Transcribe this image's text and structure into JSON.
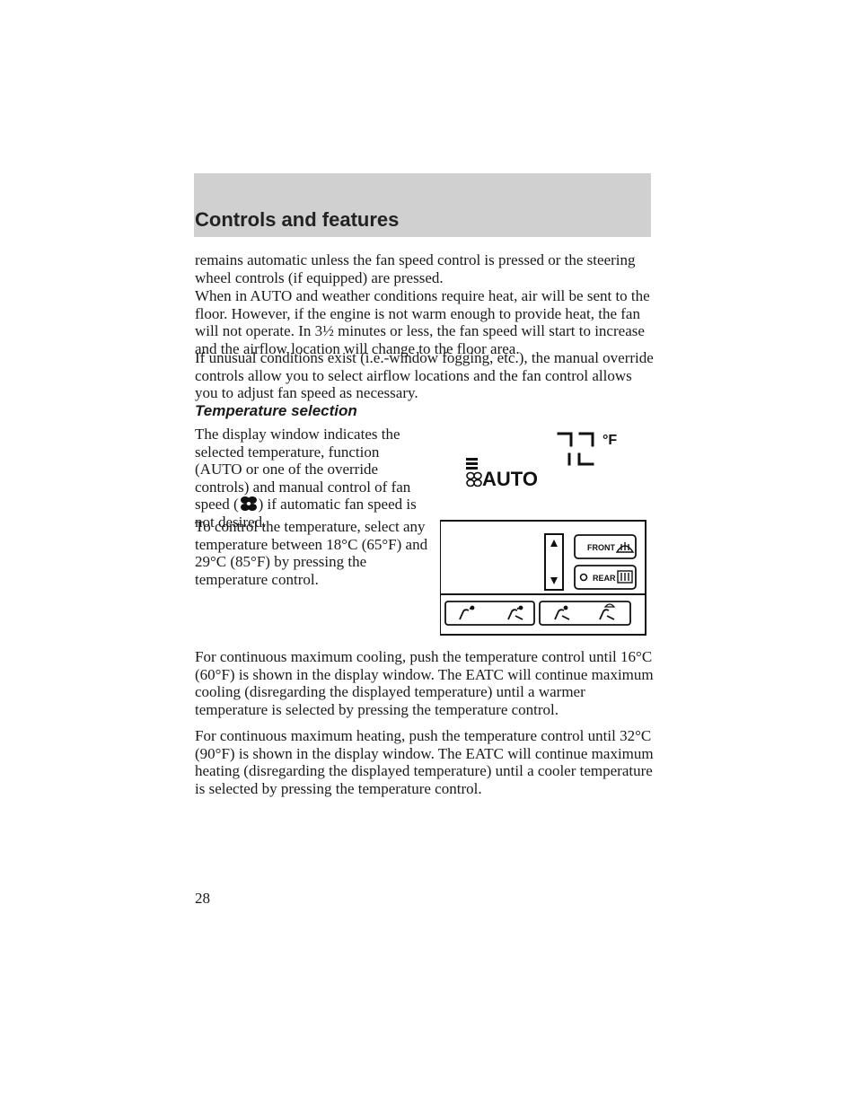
{
  "header": {
    "title": "Controls and features"
  },
  "paragraphs": [
    "remains automatic unless the fan speed control is pressed or the steering wheel controls (if equipped) are pressed.",
    "When in AUTO and weather conditions require heat, air will be sent to the floor. However, if the engine is not warm enough to provide heat, the fan will not operate. In 3½ minutes or less, the fan speed will start to increase and the airflow location will change to the floor area.",
    "If unusual conditions exist (i.e.-window fogging, etc.), the manual override controls allow you to select airflow locations and the fan control allows you to adjust fan speed as necessary."
  ],
  "temperature_section": {
    "heading": "Temperature selection",
    "display_text_before_icon": "The display window indicates the selected temperature, function (AUTO or one of the override controls) and manual control of fan speed (",
    "display_text_after_icon": ") if automatic fan speed is not desired.",
    "control_text": "To control the temperature, select any temperature between 18°C (65°F) and 29°C (85°F) by pressing the temperature control.",
    "max_cooling_text": "For continuous maximum cooling, push the temperature control until 16°C (60°F) is shown in the display window. The EATC will continue maximum cooling (disregarding the displayed temperature) until a warmer temperature is selected by pressing the temperature control.",
    "max_heating_text": "For continuous maximum heating, push the temperature control until 32°C (90°F) is shown in the display window. The EATC will continue maximum heating (disregarding the displayed temperature) until a cooler temperature is selected by pressing the temperature control."
  },
  "figure": {
    "mode_label": "AUTO",
    "unit_label": "°F",
    "front_button_label": "FRONT",
    "rear_button_label": "REAR",
    "icons": [
      "fan-icon",
      "temp-up-arrow-icon",
      "temp-down-arrow-icon",
      "front-defrost-icon",
      "rear-defrost-icon",
      "panel-vent-icon",
      "panel-floor-vent-icon",
      "floor-vent-icon",
      "floor-defrost-icon"
    ]
  },
  "footer": {
    "page_number": "28"
  }
}
